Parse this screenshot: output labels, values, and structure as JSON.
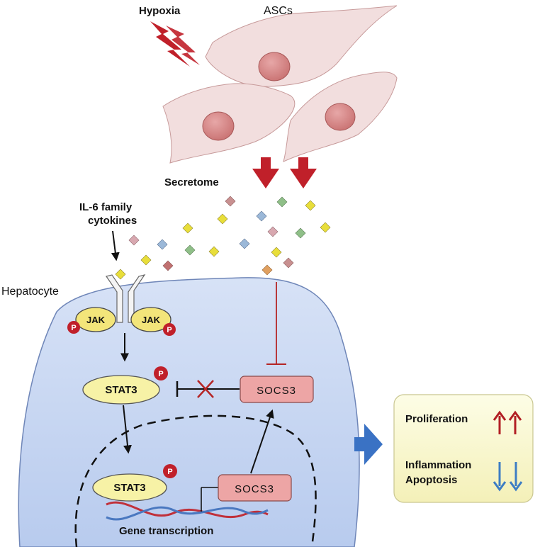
{
  "labels": {
    "hypoxia": "Hypoxia",
    "ascs": "ASCs",
    "secretome": "Secretome",
    "il6_line1": "IL-6 family",
    "il6_line2": "cytokines",
    "hepatocyte": "Hepatocyte",
    "jak": "JAK",
    "phospho": "P",
    "stat3": "STAT3",
    "socs3": "SOCS3",
    "gene_transcription": "Gene transcription"
  },
  "outcomes": {
    "proliferation": "Proliferation",
    "inflammation": "Inflammation",
    "apoptosis": "Apoptosis"
  },
  "colors": {
    "cell_fill": "#f2dcdc",
    "nucleus_fill": "#d98c8c",
    "hepatocyte_fill": "#cad9f3",
    "stat_fill": "#f7f2a6",
    "socs_fill": "#eda5a5",
    "jak_fill": "#f3e57a",
    "phospho_fill": "#c0202a",
    "down_arrow_red": "#c0202a",
    "inhibit_red": "#b52525",
    "outcome_box": "#fafad2",
    "up_arrow": "#b21f24",
    "down_arrow_blue": "#3d7dc4",
    "big_arrow_blue": "#3a72c4"
  }
}
